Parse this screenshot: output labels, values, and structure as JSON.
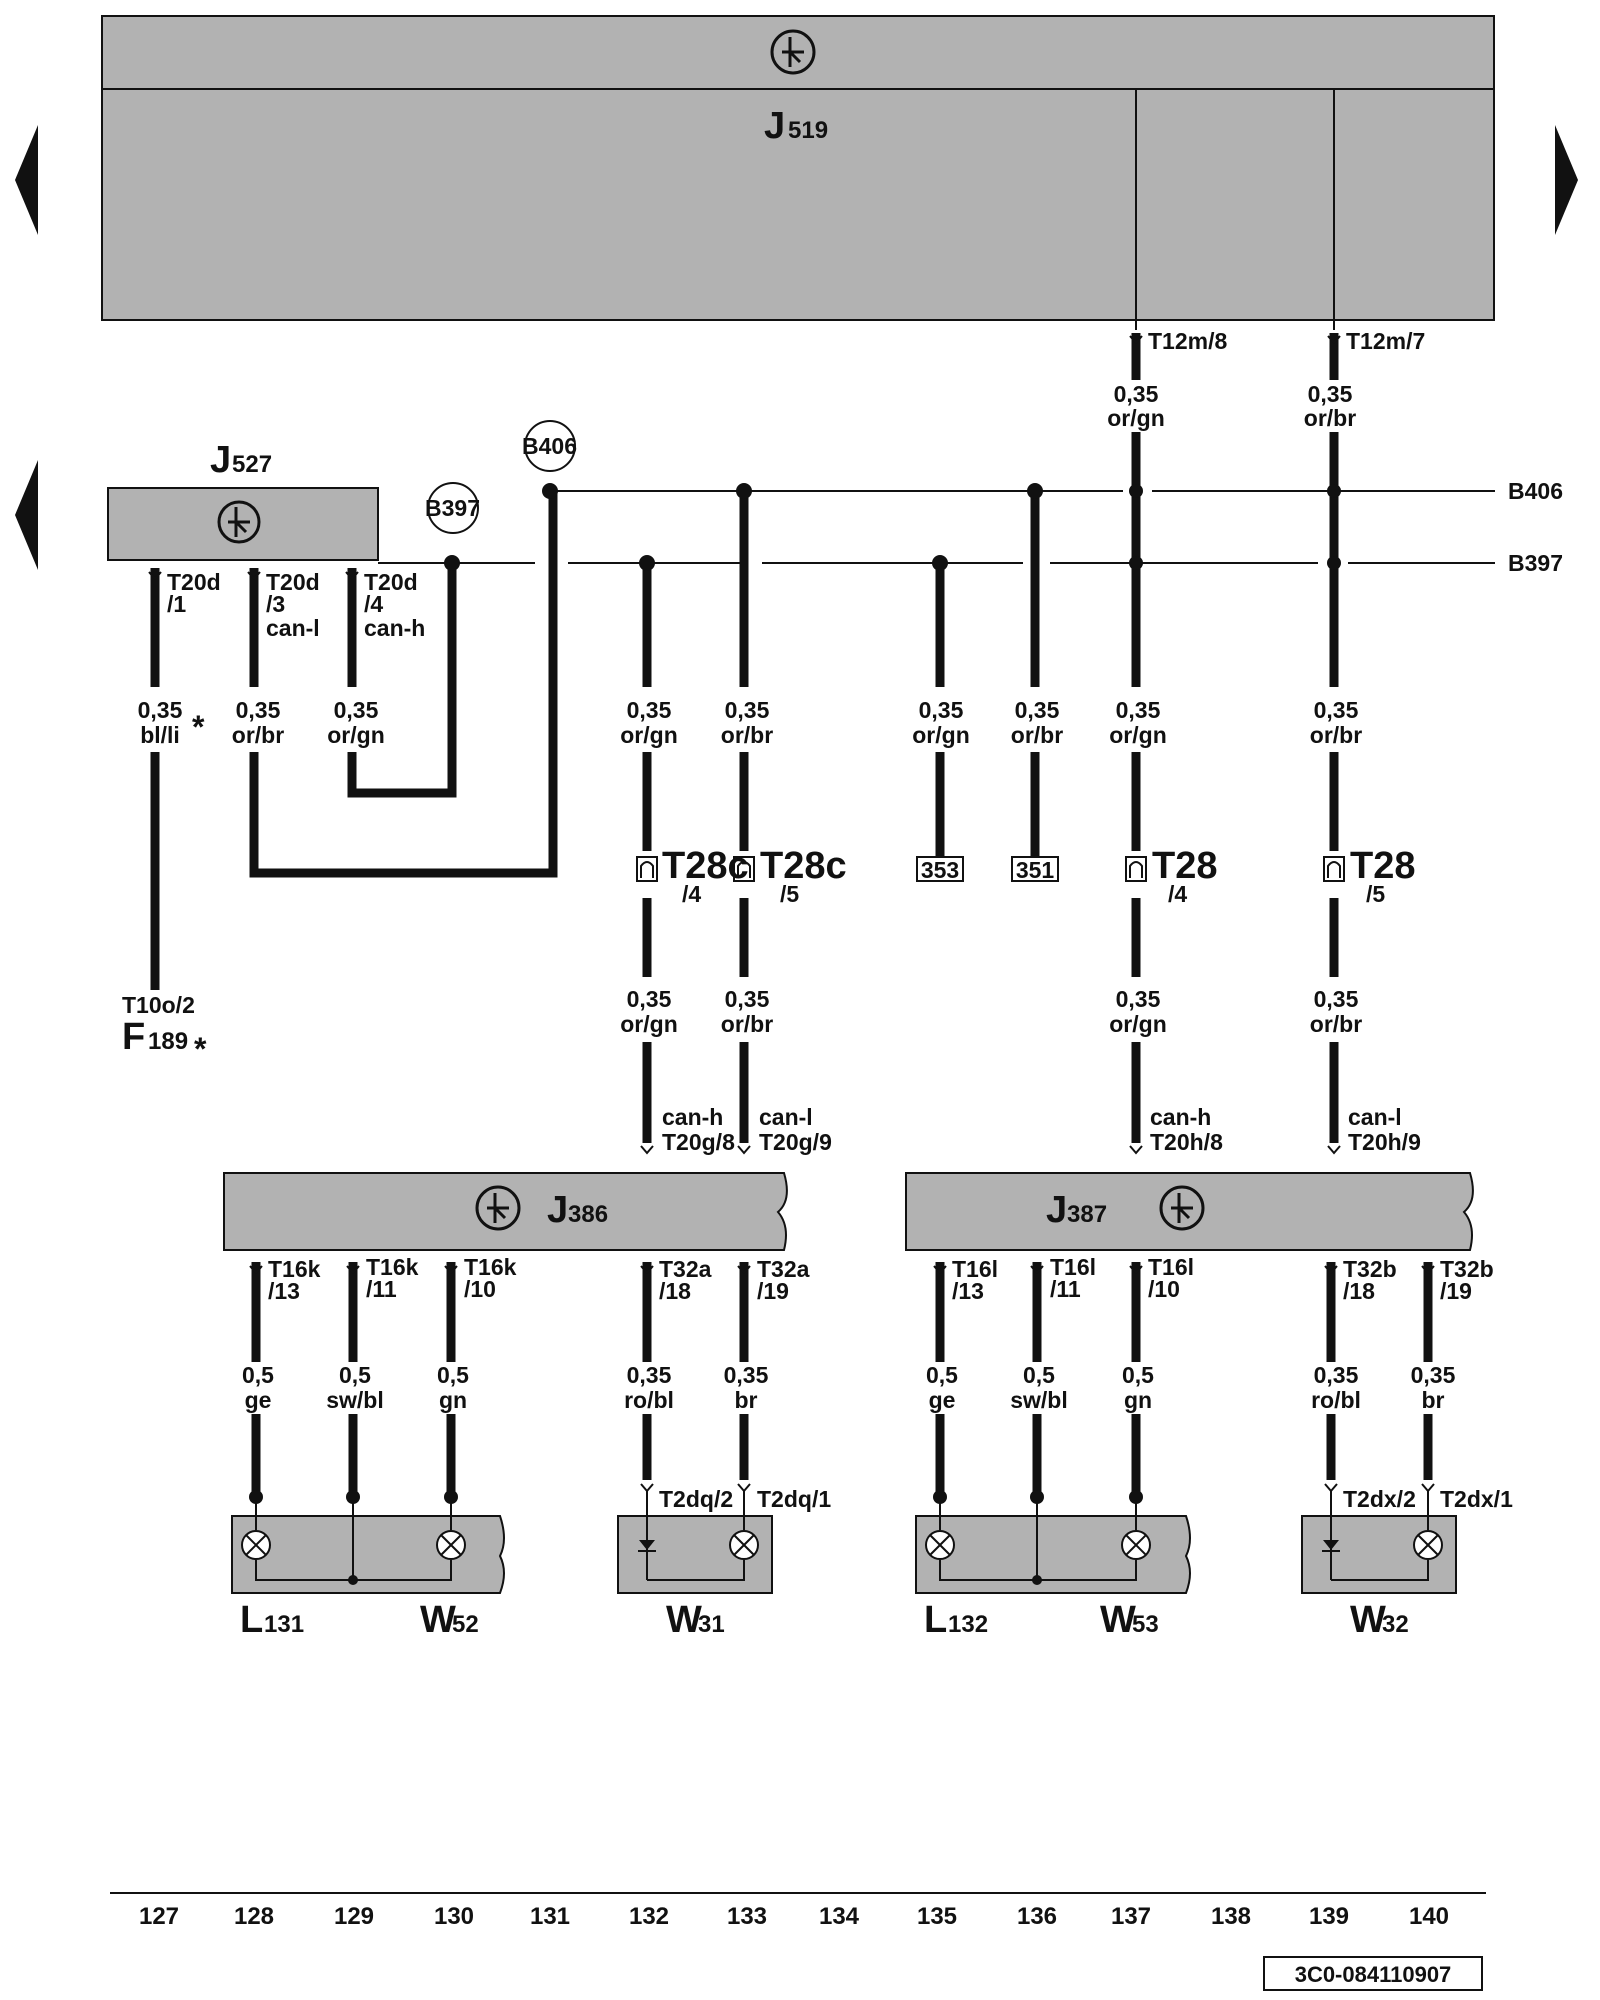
{
  "modules": {
    "j519": {
      "letter": "J",
      "number": "519"
    },
    "j527": {
      "letter": "J",
      "number": "527"
    },
    "j386": {
      "letter": "J",
      "number": "386"
    },
    "j387": {
      "letter": "J",
      "number": "387"
    }
  },
  "buses": {
    "b406": {
      "circle": "B406",
      "label": "B406"
    },
    "b397": {
      "circle": "B397",
      "label": "B397"
    }
  },
  "connectors": {
    "t12m8": "T12m/8",
    "t12m7": "T12m/7",
    "t20d_a": "T20d",
    "t20d_1": "/1",
    "t20d_b": "T20d",
    "t20d_3": "/3",
    "t20d_c": "T20d",
    "t20d_4": "/4",
    "t28c_a": "T28c",
    "t28c_4": "/4",
    "t28c_b": "T28c",
    "t28c_5": "/5",
    "t28_a": "T28",
    "t28_4": "/4",
    "t28_b": "T28",
    "t28_5": "/5",
    "t20g8": "T20g/8",
    "t20g9": "T20g/9",
    "t20h8": "T20h/8",
    "t20h9": "T20h/9",
    "t16k_a": "T16k",
    "t16k_13": "/13",
    "t16k_b": "T16k",
    "t16k_11": "/11",
    "t16k_c": "T16k",
    "t16k_10": "/10",
    "t32a_a": "T32a",
    "t32a_18": "/18",
    "t32a_b": "T32a",
    "t32a_19": "/19",
    "t16l_a": "T16l",
    "t16l_13": "/13",
    "t16l_b": "T16l",
    "t16l_11": "/11",
    "t16l_c": "T16l",
    "t16l_10": "/10",
    "t32b_a": "T32b",
    "t32b_18": "/18",
    "t32b_b": "T32b",
    "t32b_19": "/19",
    "t2dq2": "T2dq/2",
    "t2dq1": "T2dq/1",
    "t2dx2": "T2dx/2",
    "t2dx1": "T2dx/1",
    "t10o2": "T10o/2"
  },
  "signals": {
    "can_l": "can-l",
    "can_h": "can-h"
  },
  "wires": {
    "w_137_top": {
      "size": "0,35",
      "color": "or/gn"
    },
    "w_139_top": {
      "size": "0,35",
      "color": "or/br"
    },
    "w_127": {
      "size": "0,35",
      "color": "bl/li"
    },
    "w_128": {
      "size": "0,35",
      "color": "or/br"
    },
    "w_129": {
      "size": "0,35",
      "color": "or/gn"
    },
    "w_132a": {
      "size": "0,35",
      "color": "or/gn"
    },
    "w_133a": {
      "size": "0,35",
      "color": "or/br"
    },
    "w_135": {
      "size": "0,35",
      "color": "or/gn"
    },
    "w_136": {
      "size": "0,35",
      "color": "or/br"
    },
    "w_137a": {
      "size": "0,35",
      "color": "or/gn"
    },
    "w_139a": {
      "size": "0,35",
      "color": "or/br"
    },
    "w_132b": {
      "size": "0,35",
      "color": "or/gn"
    },
    "w_133b": {
      "size": "0,35",
      "color": "or/br"
    },
    "w_137b": {
      "size": "0,35",
      "color": "or/gn"
    },
    "w_139b": {
      "size": "0,35",
      "color": "or/br"
    },
    "w_l128": {
      "size": "0,5",
      "color": "ge"
    },
    "w_l129": {
      "size": "0,5",
      "color": "sw/bl"
    },
    "w_l130": {
      "size": "0,5",
      "color": "gn"
    },
    "w_l132": {
      "size": "0,35",
      "color": "ro/bl"
    },
    "w_l133": {
      "size": "0,35",
      "color": "br"
    },
    "w_l135": {
      "size": "0,5",
      "color": "ge"
    },
    "w_l136": {
      "size": "0,5",
      "color": "sw/bl"
    },
    "w_l137": {
      "size": "0,5",
      "color": "gn"
    },
    "w_l139": {
      "size": "0,35",
      "color": "ro/bl"
    },
    "w_l140": {
      "size": "0,35",
      "color": "br"
    }
  },
  "ground_points": {
    "g353": "353",
    "g351": "351"
  },
  "sensor": {
    "letter": "F",
    "number": "189",
    "star": "*"
  },
  "star_marker": "*",
  "components": {
    "l131": {
      "letter": "L",
      "number": "131"
    },
    "w52": {
      "letter": "W",
      "number": "52"
    },
    "w31": {
      "letter": "W",
      "number": "31"
    },
    "l132": {
      "letter": "L",
      "number": "132"
    },
    "w53": {
      "letter": "W",
      "number": "53"
    },
    "w32": {
      "letter": "W",
      "number": "32"
    }
  },
  "columns": [
    "127",
    "128",
    "129",
    "130",
    "131",
    "132",
    "133",
    "134",
    "135",
    "136",
    "137",
    "138",
    "139",
    "140"
  ],
  "doc_id": "3C0-084110907",
  "colors": {
    "module_fill": "#b2b2b2",
    "line": "#111111",
    "background": "#ffffff"
  }
}
